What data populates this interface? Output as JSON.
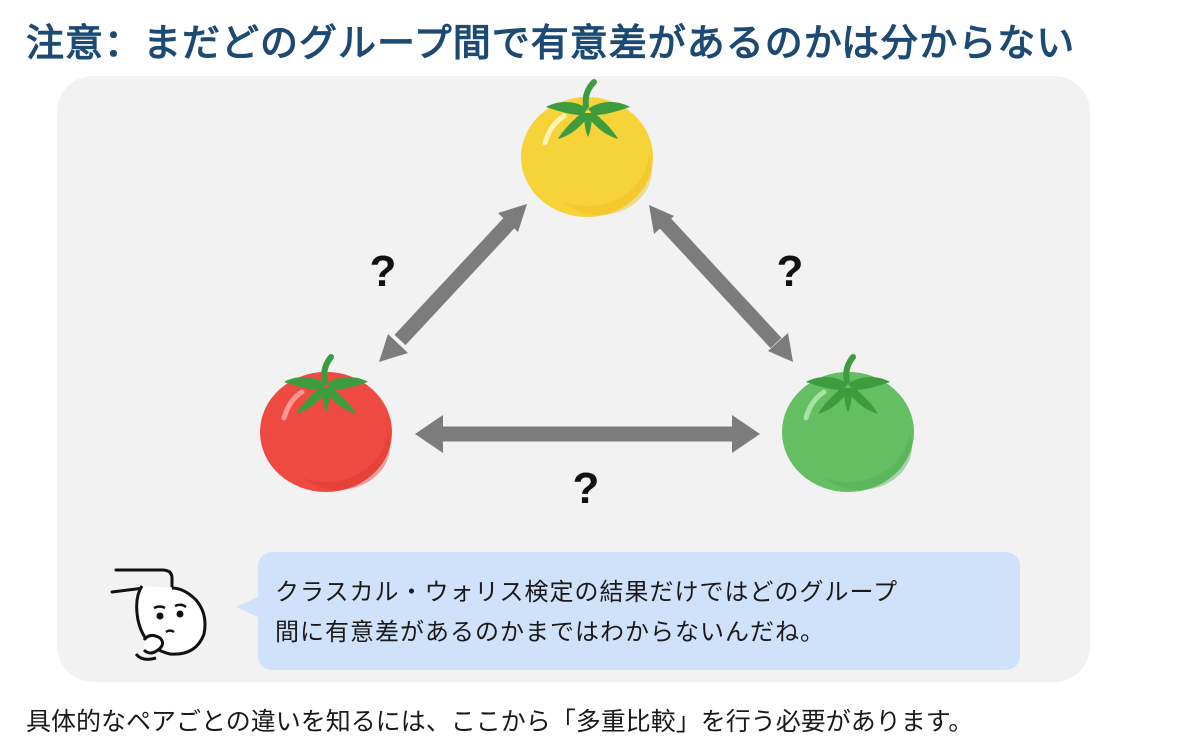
{
  "title": "注意：まだどのグループ間で有意差があるのかは分からない",
  "diagram": {
    "question_marks": [
      "?",
      "?",
      "?"
    ],
    "nodes": [
      {
        "id": "yellow",
        "color": "#f7d33a",
        "shadow": "#eebc1e"
      },
      {
        "id": "red",
        "color": "#ef4a41",
        "shadow": "#d93a33"
      },
      {
        "id": "green",
        "color": "#64bf63",
        "shadow": "#52aa52"
      }
    ],
    "arrow_color": "#7c7c7c",
    "leaf_color": "#3e9c3f"
  },
  "bubble": {
    "line1": "クラスカル・ウォリス検定の結果だけではどのグループ",
    "line2": "間に有意差があるのかまではわからないんだね。",
    "color": "#cfe2fa"
  },
  "footer": "具体的なペアごとの違いを知るには、ここから「多重比較」を行う必要があります。"
}
